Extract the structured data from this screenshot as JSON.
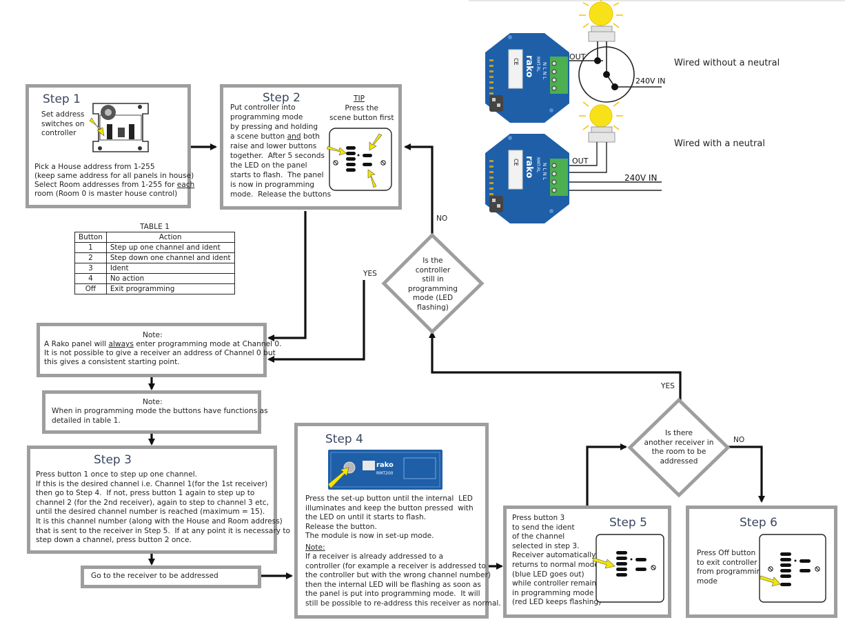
{
  "step1": {
    "title": "Step 1",
    "side_text": "Set address\nswitches on\ncontroller",
    "body_line1": "Pick a House address from 1-255",
    "body_line2": "(keep same address for all panels in house)",
    "body_line3_pre": "Select Room addresses from 1-255 for ",
    "body_line3_u": "each",
    "body_line4": "room (Room 0 is master house control)"
  },
  "step2": {
    "title": "Step 2",
    "line1": "Put controller into",
    "line2": "programming mode",
    "line3": "by pressing and holding",
    "line4_pre": "a scene button ",
    "line4_u": "and",
    "line4_post": " both",
    "line5": "raise and lower buttons",
    "line6": "together.  After 5 seconds",
    "line7": "the LED on the panel",
    "line8": "starts to flash.  The panel",
    "line9": "is now in programming",
    "line10": "mode.  Release the buttons",
    "tip_title": "TIP",
    "tip_text": "Press the\nscene button first"
  },
  "table1": {
    "caption": "TABLE 1",
    "headers": [
      "Button",
      "Action"
    ],
    "rows": [
      [
        "1",
        "Step up one channel and ident"
      ],
      [
        "2",
        "Step down one channel and ident"
      ],
      [
        "3",
        "Ident"
      ],
      [
        "4",
        "No action"
      ],
      [
        "Off",
        "Exit programming"
      ]
    ]
  },
  "decision1": {
    "text": "Is the\ncontroller\nstill in programming\nmode (LED\nflashing)",
    "yes": "YES",
    "no": "NO"
  },
  "note1": {
    "title": "Note:",
    "line1_pre": "A Rako panel will ",
    "line1_u": "always",
    "line1_post": " enter programming mode at Channel 0.",
    "line2": "It is not possible to give a receiver an address of Channel 0 but",
    "line3": "this gives a consistent starting point."
  },
  "note2": {
    "title": "Note:",
    "text": "When in programming mode the buttons have functions as\ndetailed in table 1."
  },
  "step3": {
    "title": "Step 3",
    "text": "Press button 1 once to step up one channel.\nIf this is the desired channel i.e. Channel 1(for the 1st receiver)\nthen go to Step 4.  If not, press button 1 again to step up to\nchannel 2 (for the 2nd receiver), again to step to channel 3 etc,\nuntil the desired channel number is reached (maximum = 15).\nIt is this channel number (along with the House and Room address)\nthat is sent to the receiver in Step 5.  If at any point it is necessary to\nstep down a channel, press button 2 once."
  },
  "goto": {
    "text": "Go to the receiver to be addressed"
  },
  "step4": {
    "title": "Step 4",
    "module_brand": "rako",
    "module_model": "RMT200",
    "text": "Press the set-up button until the internal  LED\nilluminates and keep the button pressed  with\nthe LED on until it starts to flash.\nRelease the button.\nThe module is now in set-up mode.",
    "note_title": "Note:",
    "note_text": "If a receiver is already addressed to a\ncontroller (for example a receiver is addressed to\nthe controller but with the wrong channel number)\nthen the internal LED will be flashing as soon as\nthe panel is put into programming mode.  It will\nstill be possible to re-address this receiver as normal."
  },
  "step5": {
    "title": "Step 5",
    "text": "Press button 3\nto send the ident\nof the channel\nselected in step 3.\nReceiver automatically\nreturns to normal mode\n(blue LED goes out)\nwhile controller remains\nin programming mode\n(red LED keeps flashing)"
  },
  "decision2": {
    "text": "Is there\nanother receiver in\nthe room to be\naddressed",
    "yes": "YES",
    "no": "NO"
  },
  "step6": {
    "title": "Step 6",
    "text": "Press Off button\nto exit controller\nfrom programming\nmode"
  },
  "wiring": {
    "label_without": "Wired without a neutral",
    "label_with": "Wired with a neutral",
    "out_label": "OUT",
    "in_label": "240V IN",
    "brand": "rako",
    "model": "RMT-RL",
    "ce": "CE",
    "terminals": "N L N L"
  },
  "colors": {
    "frame": "#9e9e9e",
    "arrow": "#111111",
    "arrow_highlight": "#f2e600",
    "module_blue": "#1e5fa8",
    "terminal_green": "#4caf50",
    "bulb": "#f7e21a"
  }
}
